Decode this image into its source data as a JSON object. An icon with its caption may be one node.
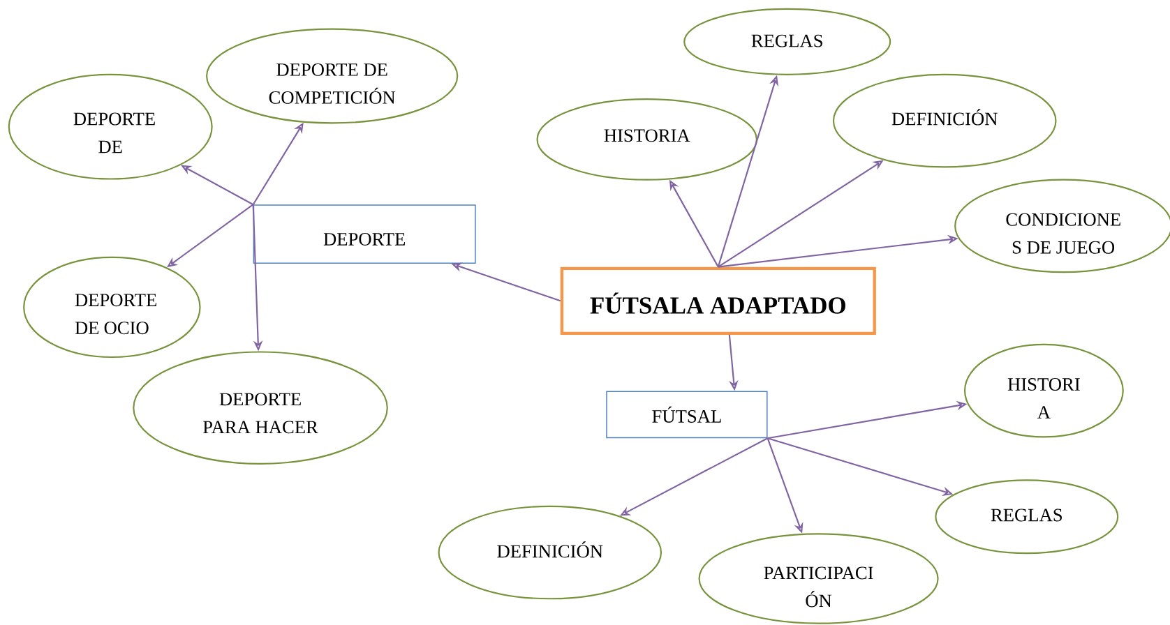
{
  "diagram": {
    "nodes": [
      {
        "text": [
          "FÚTSALA ADAPTADO"
        ]
      },
      {
        "text": [
          "DEPORTE"
        ]
      },
      {
        "text": [
          "DEPORTE DE"
        ]
      },
      {
        "text": [
          "DEPORTE DE COMPETICIÓN"
        ]
      },
      {
        "text": [
          "DEPORTE DE OCIO"
        ]
      },
      {
        "text": [
          "DEPORTE PARA HACER"
        ]
      },
      {
        "text": [
          "HISTORIA"
        ]
      },
      {
        "text": [
          "REGLAS"
        ]
      },
      {
        "text": [
          "DEFINICIÓN"
        ]
      },
      {
        "text": [
          "CONDICIONE S DE JUEGO"
        ]
      },
      {
        "text": [
          "FÚTSAL"
        ]
      },
      {
        "text": [
          "HISTORI A"
        ]
      },
      {
        "text": [
          "DEFINICIÓN"
        ]
      },
      {
        "text": [
          "PARTICIPACI ÓN"
        ]
      },
      {
        "text": [
          "REGLAS"
        ]
      }
    ],
    "edges": [
      {
        "from": 0,
        "to": 1,
        "arrow": "to"
      },
      {
        "from": 1,
        "to": 2,
        "arrow": "to"
      },
      {
        "from": 1,
        "to": 3,
        "arrow": "to"
      },
      {
        "from": 1,
        "to": 4,
        "arrow": "to"
      },
      {
        "from": 1,
        "to": 5,
        "arrow": "to"
      },
      {
        "from": 0,
        "to": 6,
        "arrow": "to"
      },
      {
        "from": 0,
        "to": 7,
        "arrow": "to"
      },
      {
        "from": 0,
        "to": 8,
        "arrow": "to"
      },
      {
        "from": 0,
        "to": 9,
        "arrow": "to"
      },
      {
        "from": 0,
        "to": 10,
        "arrow": "to"
      },
      {
        "from": 10,
        "to": 11,
        "arrow": "to"
      },
      {
        "from": 10,
        "to": 12,
        "arrow": "to"
      },
      {
        "from": 10,
        "to": 13,
        "arrow": "to"
      },
      {
        "from": 10,
        "to": 14,
        "arrow": "to"
      }
    ]
  }
}
